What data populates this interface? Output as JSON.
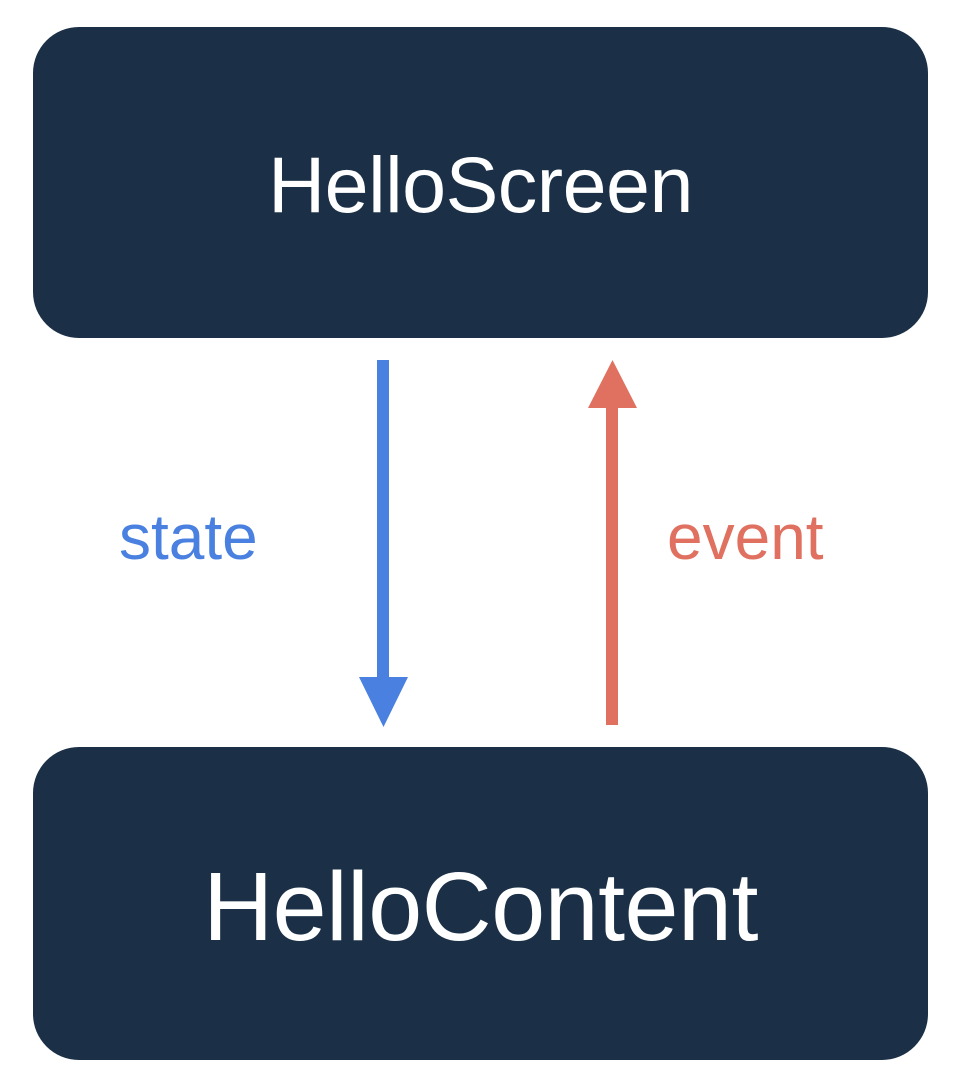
{
  "diagram": {
    "title": "HelloScreen / HelloContent state-event flow",
    "background_color": "#ffffff",
    "nodes": [
      {
        "id": "hello-screen",
        "label": "HelloScreen",
        "fill_color": "#1b3047",
        "text_color": "#ffffff",
        "shape": "rounded-rectangle"
      },
      {
        "id": "hello-content",
        "label": "HelloContent",
        "fill_color": "#1b3047",
        "text_color": "#ffffff",
        "shape": "rounded-rectangle"
      }
    ],
    "edges": [
      {
        "id": "state-edge",
        "label": "state",
        "color": "#4a80e0",
        "from": "HelloScreen",
        "to": "HelloContent",
        "direction": "down"
      },
      {
        "id": "event-edge",
        "label": "event",
        "color": "#e0705f",
        "from": "HelloContent",
        "to": "HelloScreen",
        "direction": "up"
      }
    ]
  }
}
